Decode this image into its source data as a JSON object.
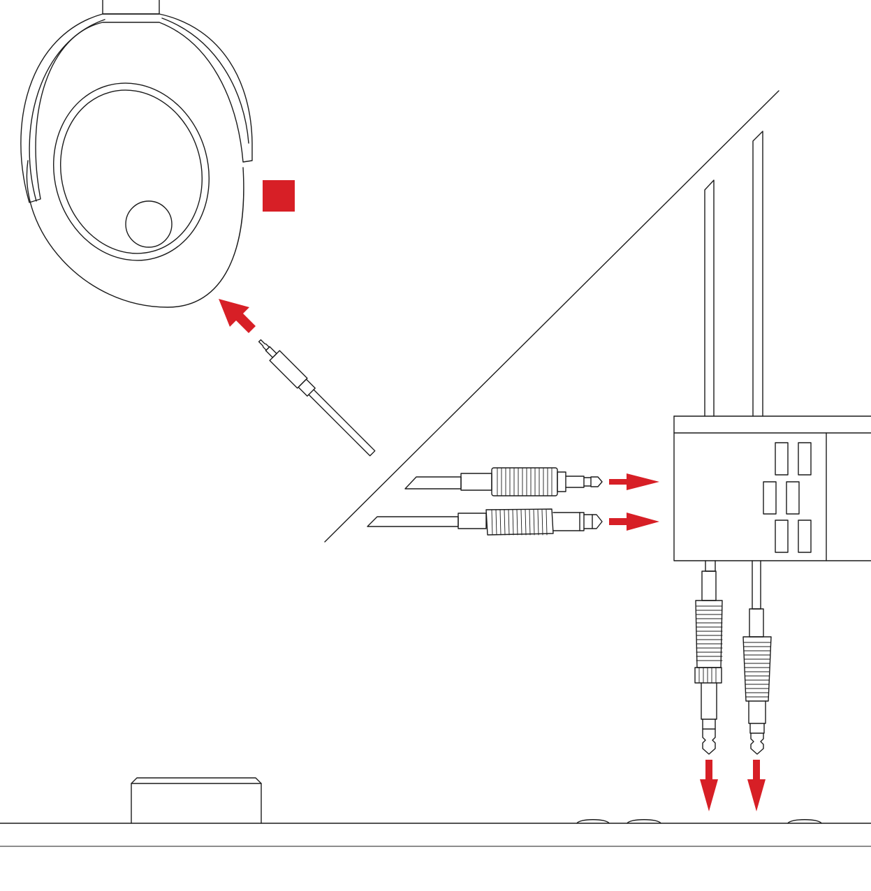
{
  "diagram": {
    "accent_color": "#d71f26",
    "line_color": "#1a1a1a",
    "background_color": "#ffffff",
    "components": {
      "headphone_earcup": "headphone-earcup-icon",
      "marker": "red-square-marker",
      "mini_plug": "mini-jack-plug-icon",
      "adapter_box": "adapter-box-icon",
      "device": "audio-device-icon"
    },
    "arrows": {
      "to_earcup": "arrow-up-left",
      "to_adapter": "arrow-right",
      "to_device": "arrow-down"
    }
  }
}
